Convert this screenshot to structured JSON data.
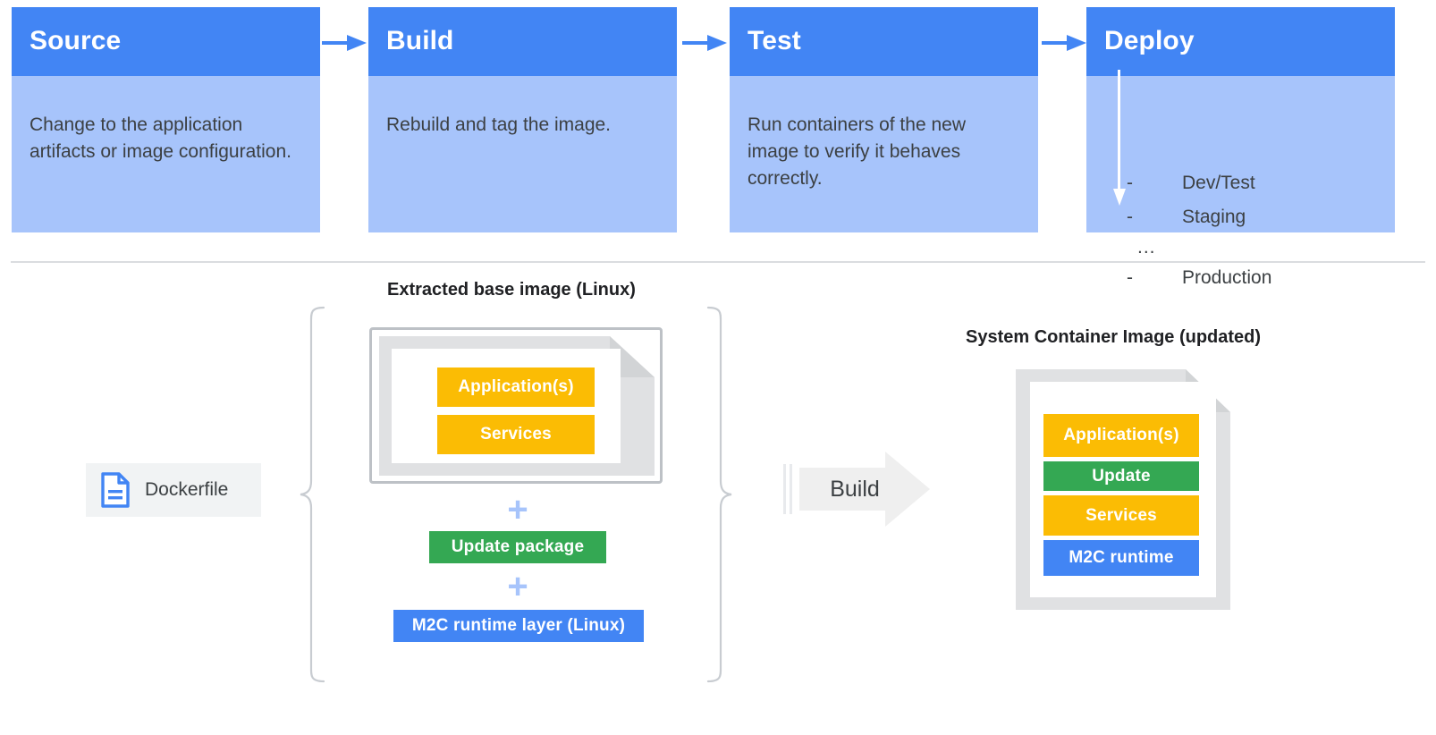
{
  "pipeline": {
    "stages": [
      {
        "title": "Source",
        "body": "Change to the application artifacts or image configuration."
      },
      {
        "title": "Build",
        "body": "Rebuild and tag the image."
      },
      {
        "title": "Test",
        "body": "Run containers of the new image to verify it behaves correctly."
      },
      {
        "title": "Deploy",
        "body": ""
      }
    ],
    "deploy_environments": [
      {
        "marker": "-",
        "label": "Dev/Test"
      },
      {
        "marker": "-",
        "label": "Staging"
      },
      {
        "marker": "...",
        "label": ""
      },
      {
        "marker": "-",
        "label": "Production"
      }
    ],
    "connector_icon": "arrow-right-icon",
    "deploy_flow_icon": "arrow-down-icon"
  },
  "build_flow": {
    "dockerfile": {
      "label": "Dockerfile",
      "icon": "document-icon"
    },
    "left_caption": "Extracted base image (Linux)",
    "right_caption": "System Container Image (updated)",
    "base_image_layers": [
      {
        "label": "Application(s)",
        "color": "#fbbc04"
      },
      {
        "label": "Services",
        "color": "#fbbc04"
      }
    ],
    "added_layers": [
      {
        "label": "Update package",
        "color": "#34a853"
      },
      {
        "label": "M2C runtime layer (Linux)",
        "color": "#4285f4"
      }
    ],
    "plus_symbols": [
      "+",
      "+"
    ],
    "build_action": {
      "label": "Build",
      "icon": "arrow-right-block-icon"
    },
    "result_layers": [
      {
        "label": "Application(s)",
        "color": "#fbbc04"
      },
      {
        "label": "Update",
        "color": "#34a853"
      },
      {
        "label": "Services",
        "color": "#fbbc04"
      },
      {
        "label": "M2C runtime",
        "color": "#4285f4"
      }
    ]
  },
  "colors": {
    "header_blue": "#4285f4",
    "body_blue": "#a7c4fb",
    "orange": "#fbbc04",
    "green": "#34a853",
    "blue": "#4285f4",
    "gray_line": "#dadce0",
    "text": "#3c4043"
  }
}
